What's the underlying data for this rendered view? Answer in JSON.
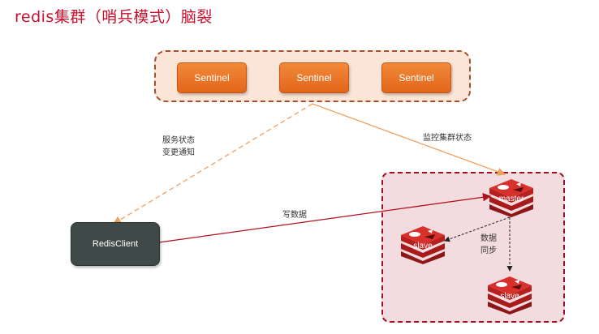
{
  "title": "redis集群（哨兵模式）脑裂",
  "sentinels": [
    "Sentinel",
    "Sentinel",
    "Sentinel"
  ],
  "client": {
    "label": "RedisClient"
  },
  "nodes": {
    "master": "master",
    "slave1": "slave",
    "slave2": "slave"
  },
  "edges": {
    "notify_line1": "服务状态",
    "notify_line2": "变更通知",
    "monitor": "监控集群状态",
    "write": "写数据",
    "sync_line1": "数据",
    "sync_line2": "同步"
  },
  "colors": {
    "title": "#c8102e",
    "sentinel": "#e2661a",
    "client": "#3f4a48",
    "redis": "#c8201f",
    "write_arrow": "#b01020",
    "sentinel_arrow": "#f0a060"
  }
}
